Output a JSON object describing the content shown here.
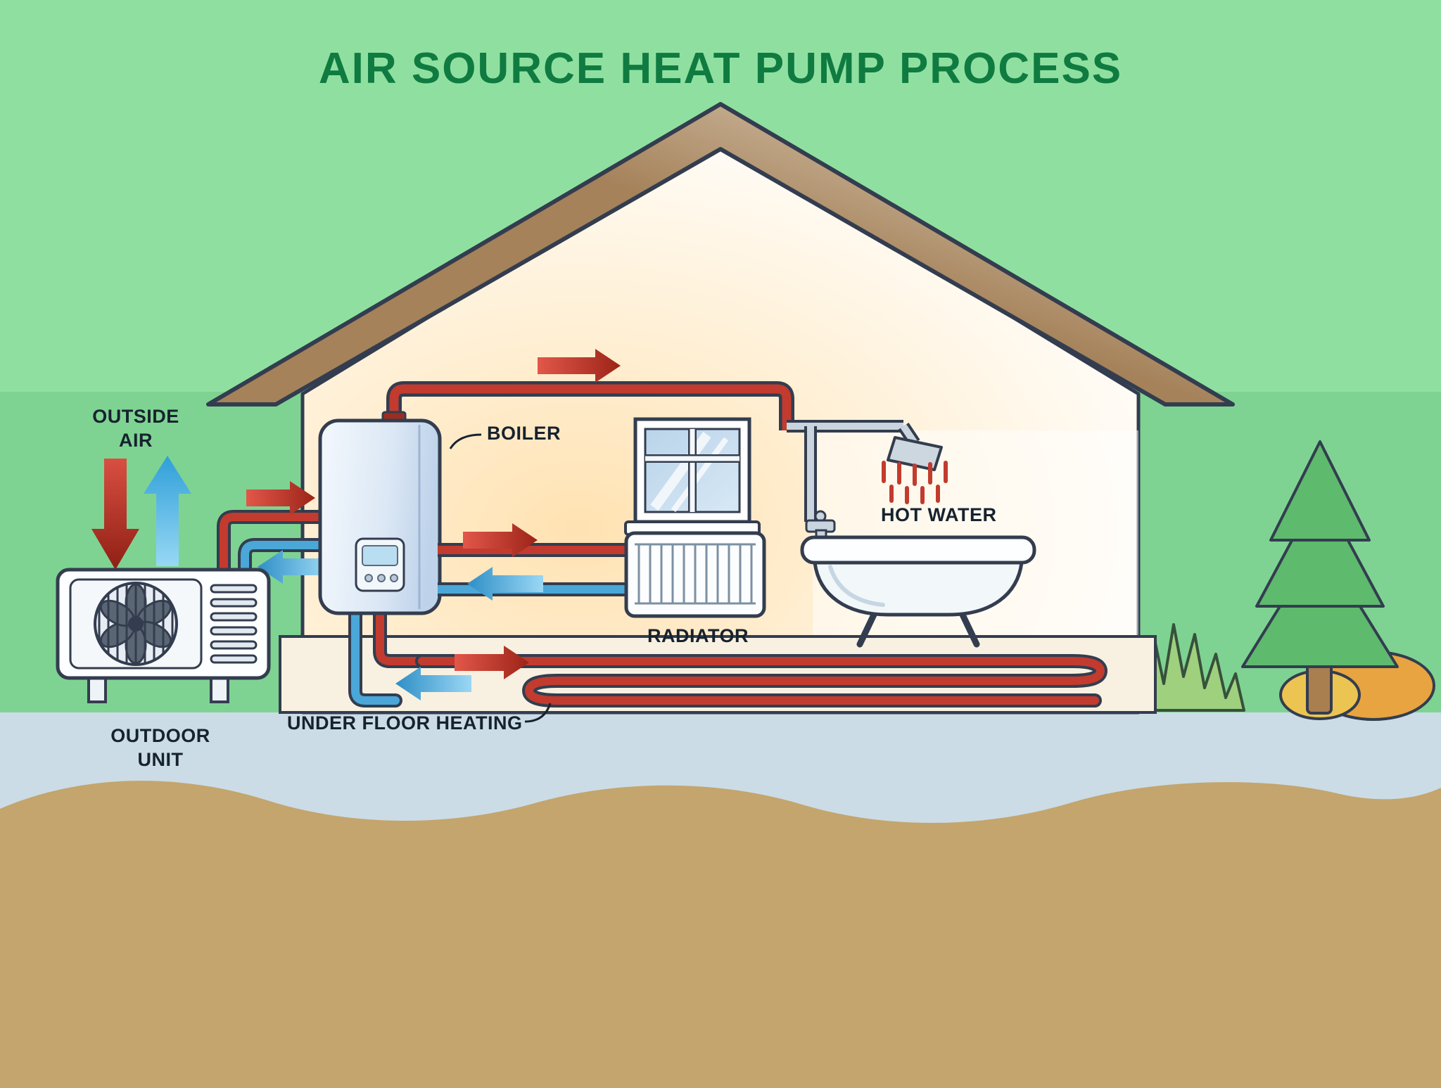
{
  "title": "AIR SOURCE HEAT PUMP PROCESS",
  "labels": {
    "outside_air_line1": "OUTSIDE",
    "outside_air_line2": "AIR",
    "boiler": "BOILER",
    "hot_water": "HOT WATER",
    "radiator": "RADIATOR",
    "outdoor_unit_line1": "OUTDOOR",
    "outdoor_unit_line2": "UNIT",
    "under_floor_heating": "UNDER FLOOR HEATING"
  },
  "colors": {
    "title_text": "#0f7b40",
    "label_text": "#17222f",
    "sky_green_top": "#8fe0a0",
    "sky_green_bottom": "#7ed392",
    "pavement": "#cbdce6",
    "sand": "#c3a56d",
    "roof_brown": "#a5825a",
    "hot_pipe_red": "#c23b2e",
    "cold_pipe_blue": "#4aa7d8",
    "outline_dark": "#333d4f"
  }
}
